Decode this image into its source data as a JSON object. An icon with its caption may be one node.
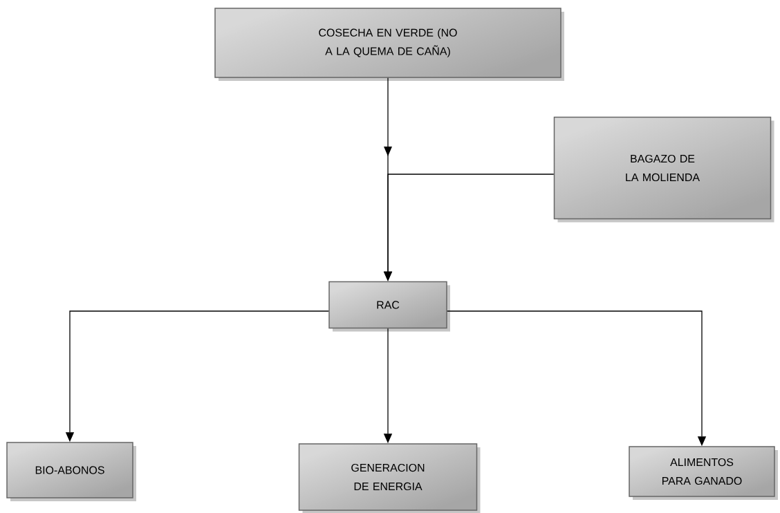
{
  "diagram": {
    "nodes": [
      {
        "text": [
          "COSECHA EN VERDE (NO A LA QUEMA DE CAÑA)"
        ]
      },
      {
        "text": [
          "BAGAZO DE LA MOLIENDA"
        ]
      },
      {
        "text": [
          "RAC"
        ]
      },
      {
        "text": [
          "BIO-ABONOS"
        ]
      },
      {
        "text": [
          "GENERACION DE ENERGIA"
        ]
      },
      {
        "text": [
          "ALIMENTOS PARA GANADO"
        ]
      }
    ],
    "edges": [
      {
        "from": 0,
        "to": 2,
        "arrow": "to"
      },
      {
        "from": 1,
        "to": 2,
        "arrow": "to"
      },
      {
        "from": 2,
        "to": 3,
        "arrow": "to"
      },
      {
        "from": 2,
        "to": 4,
        "arrow": "to"
      },
      {
        "from": 2,
        "to": 5,
        "arrow": "to"
      }
    ]
  }
}
